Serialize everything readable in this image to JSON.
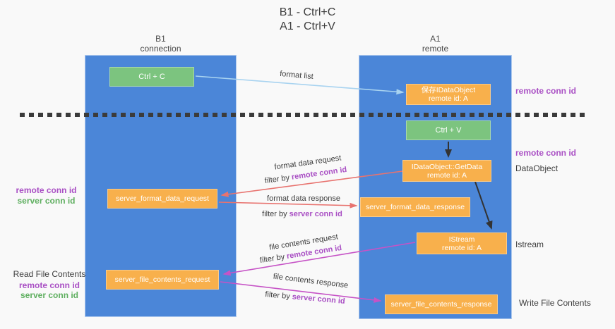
{
  "title": {
    "line1": "B1 - Ctrl+C",
    "line2": "A1 - Ctrl+V"
  },
  "columns": {
    "left": {
      "name": "B1",
      "role": "connection"
    },
    "right": {
      "name": "A1",
      "role": "remote"
    }
  },
  "boxes": {
    "ctrl_c": {
      "label": "Ctrl + C"
    },
    "save_dataobject": {
      "line1": "保存IDataObject",
      "line2": "remote id: A"
    },
    "ctrl_v": {
      "label": "Ctrl + V"
    },
    "getdata": {
      "line1": "IDataObject::GetData",
      "line2": "remote id: A"
    },
    "format_request": {
      "label": "server_format_data_request"
    },
    "format_response": {
      "label": "server_format_data_response"
    },
    "istream": {
      "line1": "IStream",
      "line2": "remote id: A"
    },
    "file_request": {
      "label": "server_file_contents_request"
    },
    "file_response": {
      "label": "server_file_contents_response"
    }
  },
  "arrow_labels": {
    "format_list": "format list",
    "format_data_request": "format data request",
    "format_data_response": "format data response",
    "file_contents_request": "file contents request",
    "file_contents_response": "file contents response",
    "filter_by": "filter by",
    "remote_conn_id": "remote conn id",
    "server_conn_id": "server conn id"
  },
  "side_labels": {
    "left_remote_conn_id": "remote conn id",
    "left_server_conn_id": "server conn id",
    "read_file_contents": "Read File Contents",
    "right_remote_conn_id_top": "remote conn id",
    "right_remote_conn_id_mid": "remote conn id",
    "dataobject": "DataObject",
    "istream": "Istream",
    "write_file_contents": "Write File Contents"
  },
  "colors": {
    "column_blue": "#4b86d8",
    "box_green": "#7cc47f",
    "box_orange": "#f8b04c",
    "arrow_blue": "#a8d3f0",
    "arrow_red": "#e8736f",
    "arrow_magenta": "#c653c6",
    "label_purple": "#a94fc4",
    "label_green": "#5faf60",
    "text_dark": "#3d3d3d",
    "dash": "#3b3b3b",
    "background": "#f9f9f9"
  }
}
